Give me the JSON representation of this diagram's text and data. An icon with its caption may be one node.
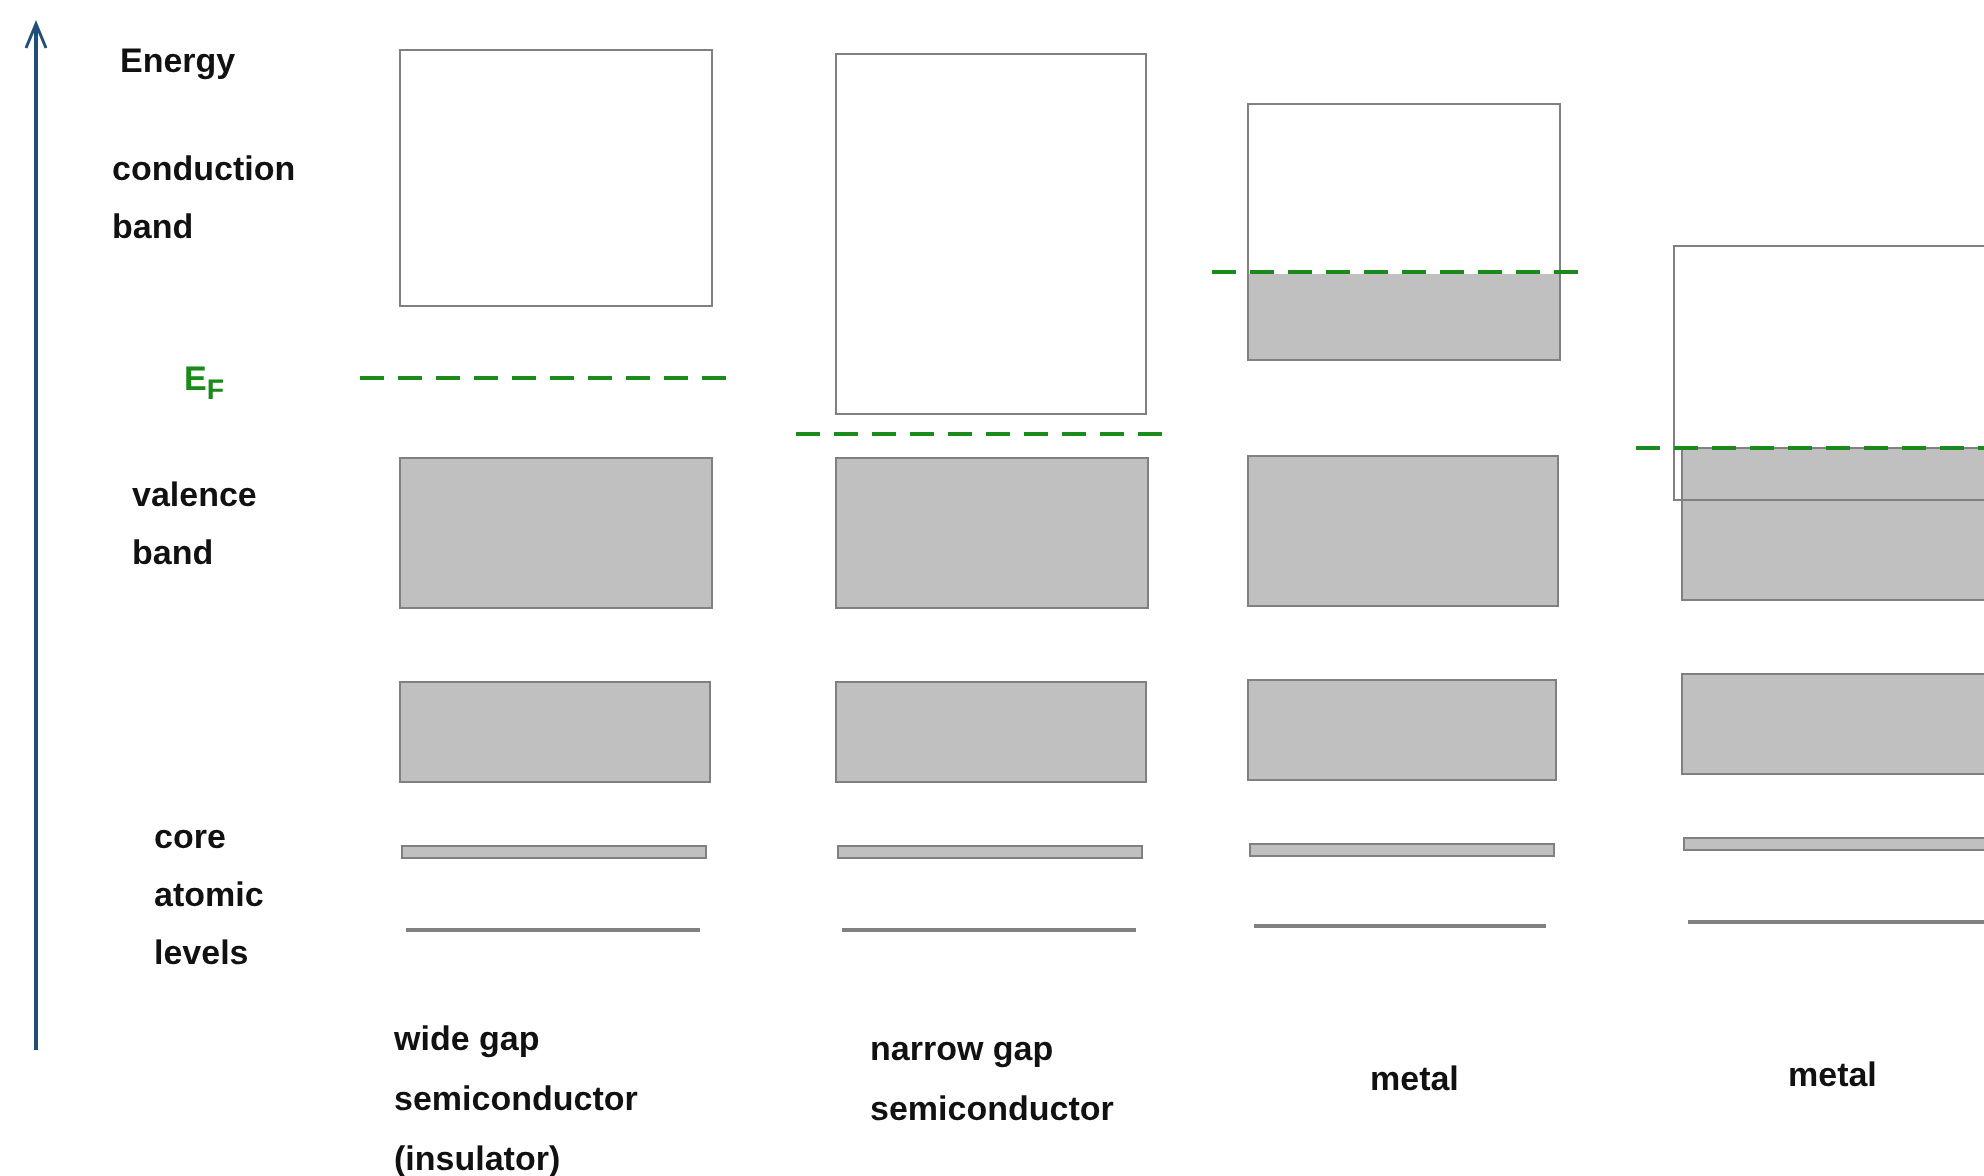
{
  "diagram": {
    "labels": [
      "Energy",
      "conduction band",
      "E$_{F}$",
      "valence band",
      "core atomic levels",
      "wide gap semiconductor (insulator)",
      "narrow gap semiconductor",
      "metal",
      "metal"
    ]
  }
}
